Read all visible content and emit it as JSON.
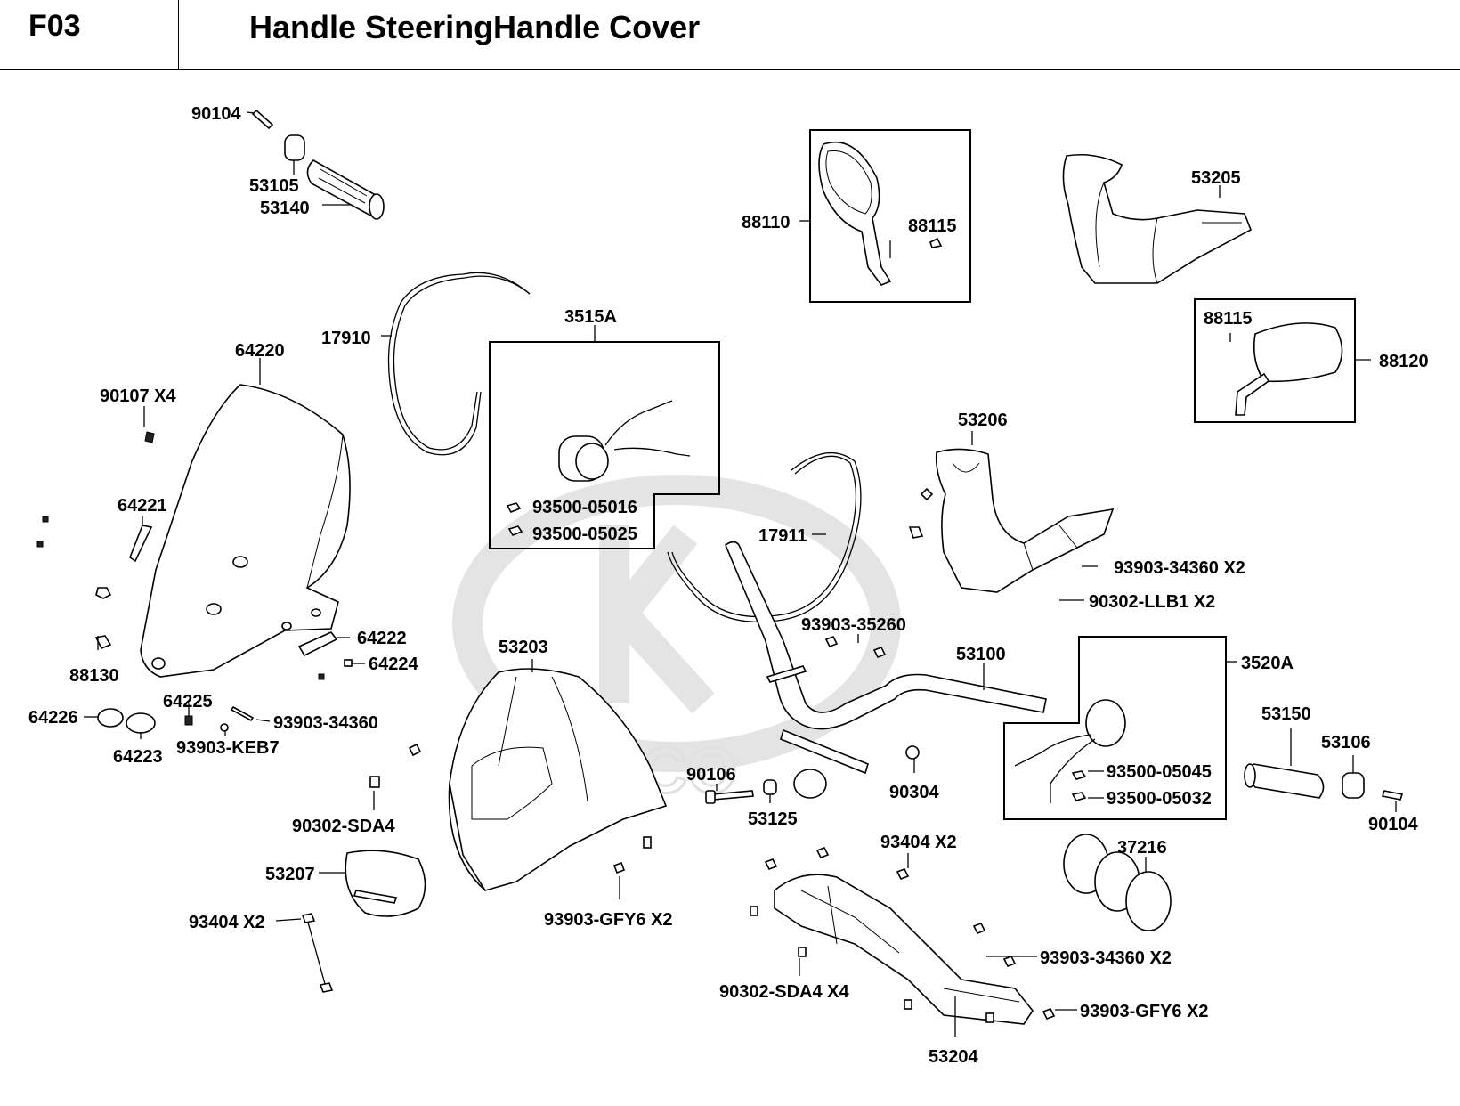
{
  "header": {
    "code": "F03",
    "title": "Handle SteeringHandle Cover"
  },
  "watermark": {
    "text": "KYMCO"
  },
  "labels": {
    "p90104_top": "90104",
    "p53105": "53105",
    "p53140": "53140",
    "p17910": "17910",
    "p3515A": "3515A",
    "p93500_05016": "93500-05016",
    "p93500_05025": "93500-05025",
    "p64220": "64220",
    "p90107": "90107 X4",
    "p64221": "64221",
    "p88130": "88130",
    "p64222": "64222",
    "p64224": "64224",
    "p64225": "64225",
    "p64226": "64226",
    "p64223": "64223",
    "p93903_34360_a": "93903-34360",
    "p93903_KEB7": "93903-KEB7",
    "p88110": "88110",
    "p88115_a": "88115",
    "p53205": "53205",
    "p88115_b": "88115",
    "p88120": "88120",
    "p53206": "53206",
    "p93903_34360_x2a": "93903-34360 X2",
    "p90302_LLB1": "90302-LLB1 X2",
    "p17911": "17911",
    "p93903_35260": "93903-35260",
    "p53100": "53100",
    "p3520A": "3520A",
    "p53203": "53203",
    "p90302_SDA4": "90302-SDA4",
    "p53207": "53207",
    "p93404_a": "93404 X2",
    "p93903_GFY6_a": "93903-GFY6  X2",
    "p90106": "90106",
    "p53125": "53125",
    "p90304": "90304",
    "p93500_05045": "93500-05045",
    "p93500_05032": "93500-05032",
    "p53150": "53150",
    "p53106": "53106",
    "p90104_right": "90104",
    "p93404_b": "93404 X2",
    "p37216": "37216",
    "p93903_34360_x2b": "93903-34360 X2",
    "p90302_SDA4_x4": "90302-SDA4 X4",
    "p93903_GFY6_b": "93903-GFY6 X2",
    "p53204": "53204"
  },
  "colors": {
    "line": "#000000",
    "watermark": "#e4e4e4",
    "background": "#ffffff"
  }
}
